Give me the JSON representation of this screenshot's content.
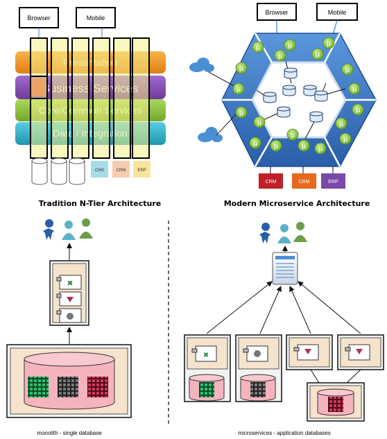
{
  "left_top": {
    "clients": [
      "Browser",
      "Mobile"
    ],
    "layers": [
      "Presentation",
      "Business Services",
      "Core/Common Services",
      "Data / Integration"
    ],
    "externals": [
      "CMS",
      "CRM",
      "ERP"
    ],
    "caption": "Tradition N-Tier Architecture"
  },
  "right_top": {
    "clients": [
      "Browser",
      "Mobile"
    ],
    "micro_symbol": "µ",
    "externals": [
      "CRM",
      "CRM",
      "ERP"
    ],
    "caption": "Modern Microservice Architecture"
  },
  "bottom": {
    "left_caption": "monolith - single database",
    "right_caption": "microservices - application databases"
  },
  "colors": {
    "presentation": "#f39a1e",
    "business": "#8e53b6",
    "core": "#8cc43f",
    "data": "#2fb8cf",
    "hex_blue": "#3b78c6",
    "micro_green": "#8ec641",
    "crm_red": "#c0202a",
    "crm_orange": "#e8681d",
    "erp_purple": "#7a4aa8"
  }
}
